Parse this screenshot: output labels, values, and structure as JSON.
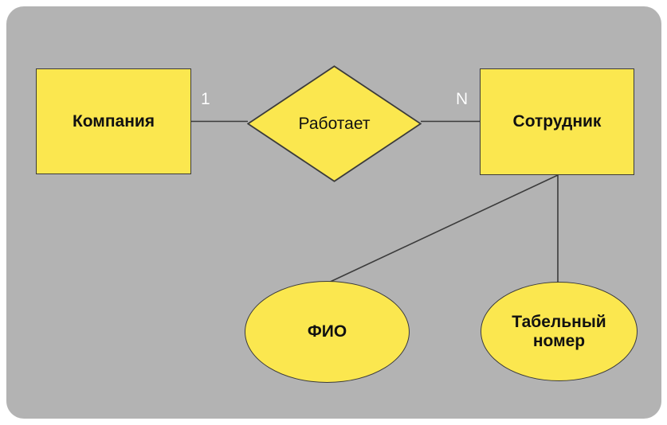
{
  "diagram": {
    "type": "er-diagram",
    "title": "",
    "background_color": "#b3b3b3",
    "page_background": "#ffffff",
    "node_fill": "#fbe74f",
    "node_stroke": "#3b3b3b",
    "edge_color": "#3b3b3b",
    "cardinality_color": "#ffffff",
    "entities": [
      {
        "id": "company",
        "label": "Компания",
        "shape": "rectangle"
      },
      {
        "id": "employee",
        "label": "Сотрудник",
        "shape": "rectangle"
      }
    ],
    "relationships": [
      {
        "id": "works",
        "label": "Работает",
        "shape": "diamond"
      }
    ],
    "attributes": [
      {
        "id": "fio",
        "label": "ФИО",
        "shape": "ellipse",
        "owner": "employee"
      },
      {
        "id": "tabnum",
        "label_line1": "Табельный",
        "label_line2": "номер",
        "shape": "ellipse",
        "owner": "employee"
      }
    ],
    "cardinalities": [
      {
        "id": "company-side",
        "label": "1",
        "edge": "company–works"
      },
      {
        "id": "employee-side",
        "label": "N",
        "edge": "works–employee"
      }
    ],
    "edges": [
      {
        "from": "company",
        "to": "works",
        "label": "1"
      },
      {
        "from": "works",
        "to": "employee",
        "label": "N"
      },
      {
        "from": "employee",
        "to": "fio",
        "label": ""
      },
      {
        "from": "employee",
        "to": "tabnum",
        "label": ""
      }
    ]
  }
}
